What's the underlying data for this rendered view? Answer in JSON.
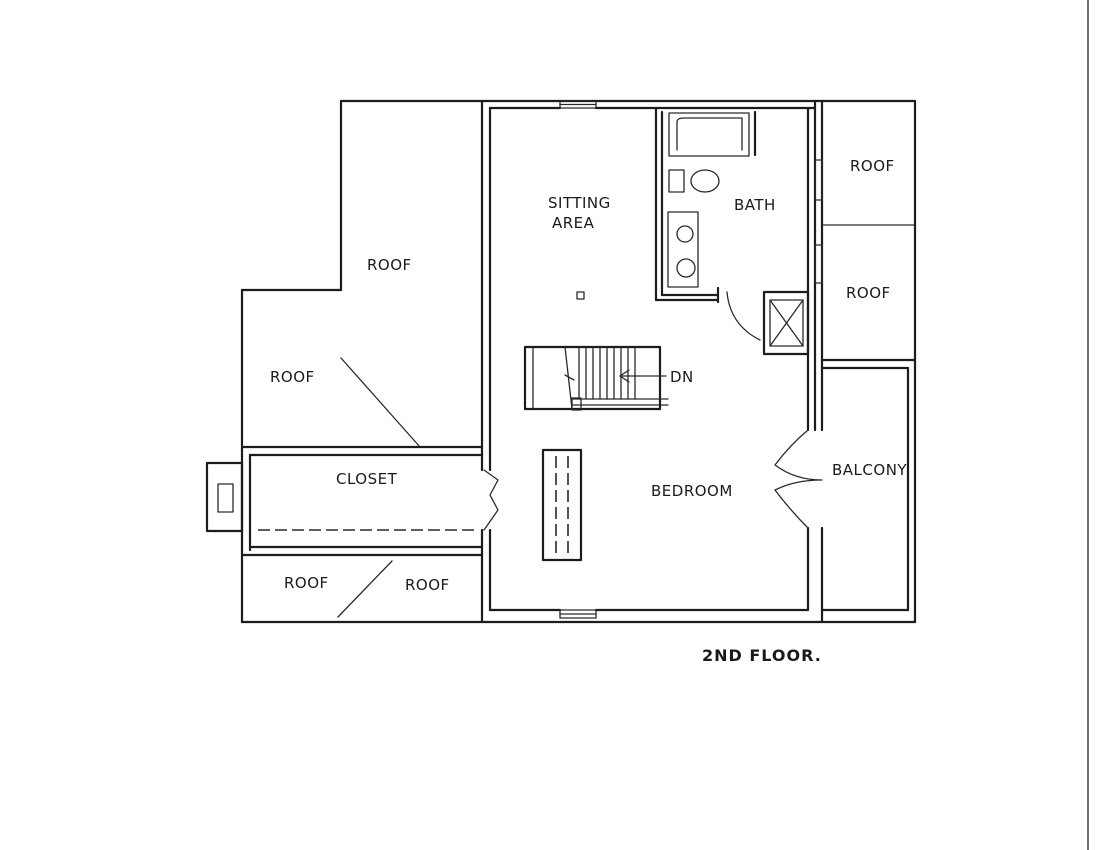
{
  "rooms": {
    "sitting_area": [
      "SITTING",
      "AREA"
    ],
    "bath": "BATH",
    "bedroom": "BEDROOM",
    "closet": "CLOSET",
    "balcony": "BALCONY",
    "stair_direction": "DN"
  },
  "roof_labels": {
    "left_upper": "ROOF",
    "left_lower": "ROOF",
    "bottom_left": "ROOF",
    "bottom_right": "ROOF",
    "right_upper": "ROOF",
    "right_middle": "ROOF"
  },
  "floor_title": "2ND FLOOR."
}
